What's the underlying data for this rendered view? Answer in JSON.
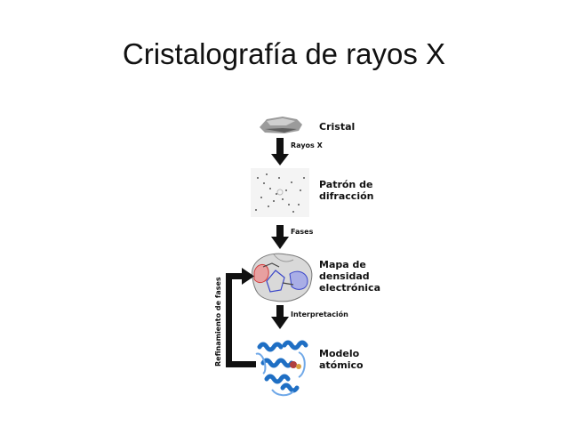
{
  "slide": {
    "title": "Cristalografía de rayos X"
  },
  "diagram": {
    "stages": [
      {
        "line1": "Cristal",
        "line2": "",
        "line3": "",
        "icon": "crystal-icon"
      },
      {
        "line1": "Patrón de",
        "line2": "difracción",
        "line3": "",
        "icon": "diffraction-pattern-icon"
      },
      {
        "line1": "Mapa de",
        "line2": "densidad",
        "line3": "electrónica",
        "icon": "electron-density-map-icon"
      },
      {
        "line1": "Modelo",
        "line2": "atómico",
        "line3": "",
        "icon": "protein-structure-icon"
      }
    ],
    "transitions": [
      "Rayos X",
      "Fases",
      "Interpretación"
    ],
    "feedback_label": "Refinamiento de fases",
    "colors": {
      "arrow": "#111111",
      "protein": "#1f6fc4",
      "density_red": "#d13a3a",
      "density_blue": "#3a46c9"
    }
  }
}
